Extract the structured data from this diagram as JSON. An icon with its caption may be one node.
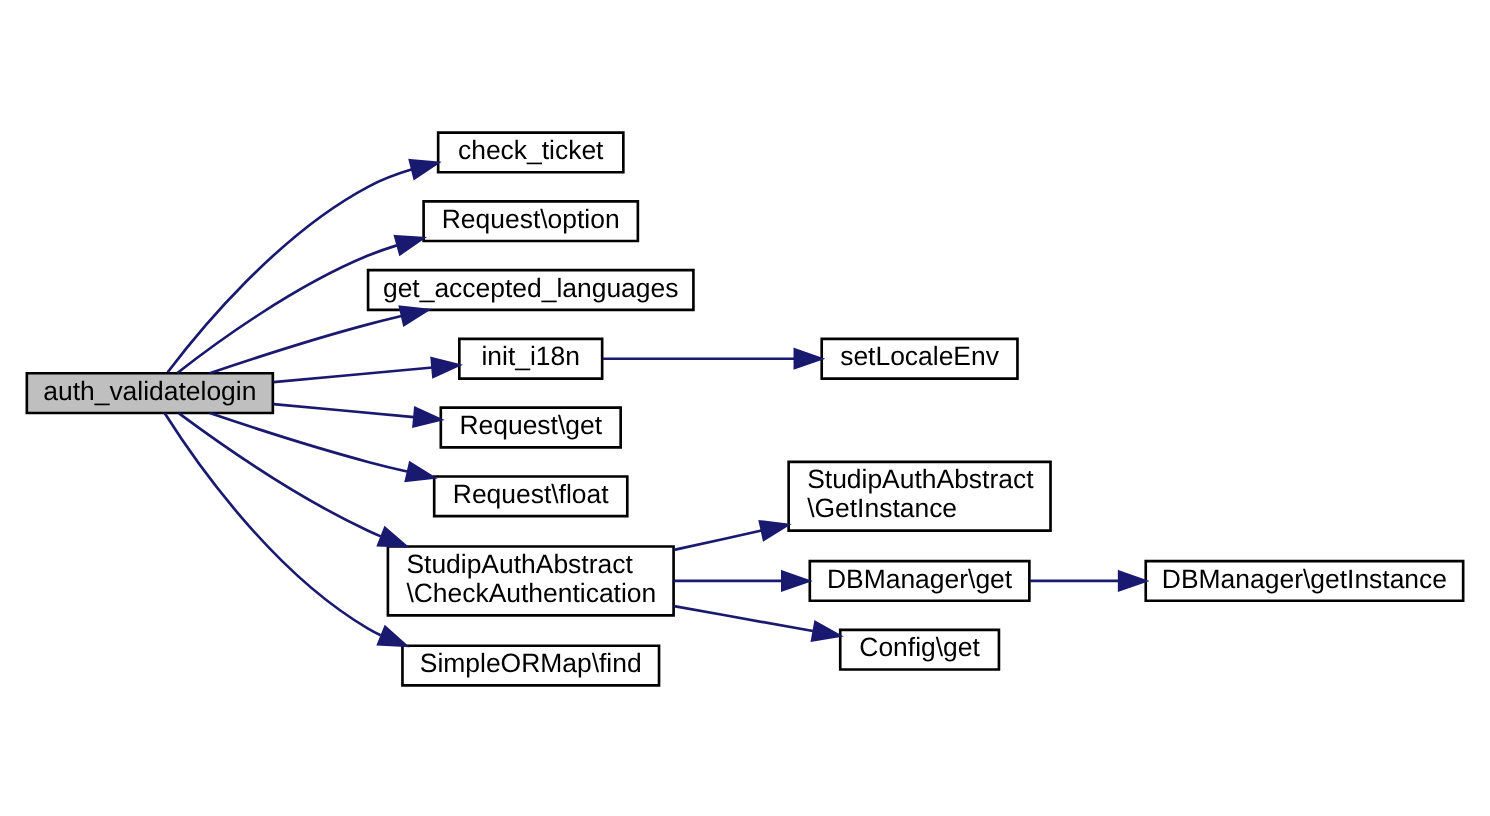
{
  "diagram": {
    "nodes": [
      {
        "text": [
          "auth_validatelogin"
        ]
      },
      {
        "text": [
          "check_ticket"
        ]
      },
      {
        "text": [
          "Request\\option"
        ]
      },
      {
        "text": [
          "get_accepted_languages"
        ]
      },
      {
        "text": [
          "init_i18n"
        ]
      },
      {
        "text": [
          "setLocaleEnv"
        ]
      },
      {
        "text": [
          "Request\\get"
        ]
      },
      {
        "text": [
          "Request\\float"
        ]
      },
      {
        "text": [
          "StudipAuthAbstract \\CheckAuthentication"
        ]
      },
      {
        "text": [
          "StudipAuthAbstract \\GetInstance"
        ]
      },
      {
        "text": [
          "DBManager\\get"
        ]
      },
      {
        "text": [
          "DBManager\\getInstance"
        ]
      },
      {
        "text": [
          "Config\\get"
        ]
      },
      {
        "text": [
          "SimpleORMap\\find"
        ]
      }
    ],
    "edges": [
      {
        "from": 0,
        "to": 1,
        "arrow": "to"
      },
      {
        "from": 0,
        "to": 2,
        "arrow": "to"
      },
      {
        "from": 0,
        "to": 3,
        "arrow": "to"
      },
      {
        "from": 0,
        "to": 4,
        "arrow": "to"
      },
      {
        "from": 4,
        "to": 5,
        "arrow": "to"
      },
      {
        "from": 0,
        "to": 6,
        "arrow": "to"
      },
      {
        "from": 0,
        "to": 7,
        "arrow": "to"
      },
      {
        "from": 0,
        "to": 8,
        "arrow": "to"
      },
      {
        "from": 8,
        "to": 9,
        "arrow": "to"
      },
      {
        "from": 8,
        "to": 10,
        "arrow": "to"
      },
      {
        "from": 10,
        "to": 11,
        "arrow": "to"
      },
      {
        "from": 8,
        "to": 12,
        "arrow": "to"
      },
      {
        "from": 0,
        "to": 13,
        "arrow": "to"
      }
    ]
  }
}
